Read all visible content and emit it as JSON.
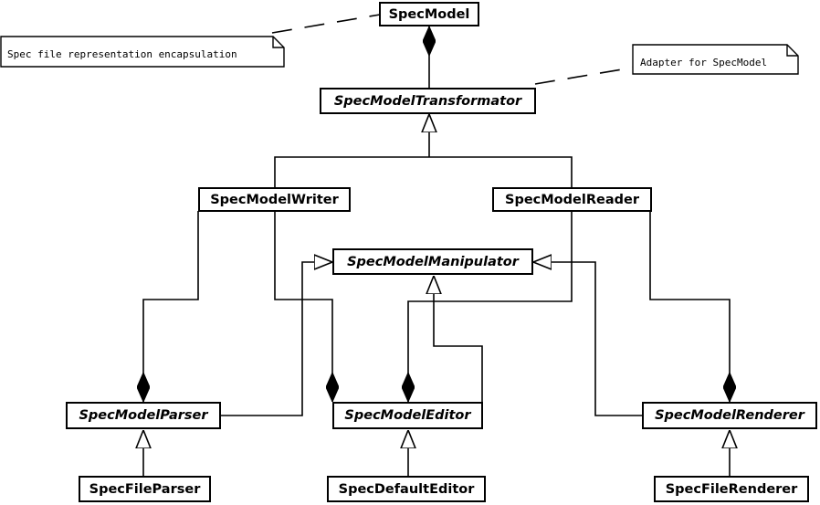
{
  "classes": {
    "spec_model": "SpecModel",
    "spec_model_transformator": "SpecModelTransformator",
    "spec_model_writer": "SpecModelWriter",
    "spec_model_reader": "SpecModelReader",
    "spec_model_manipulator": "SpecModelManipulator",
    "spec_model_parser": "SpecModelParser",
    "spec_model_editor": "SpecModelEditor",
    "spec_model_renderer": "SpecModelRenderer",
    "spec_file_parser": "SpecFileParser",
    "spec_default_editor": "SpecDefaultEditor",
    "spec_file_renderer": "SpecFileRenderer"
  },
  "notes": {
    "spec_file_note": "Spec file representation encapsulation",
    "adapter_note": "Adapter for SpecModel"
  },
  "colors": {
    "line": "#000000",
    "background": "#ffffff"
  }
}
